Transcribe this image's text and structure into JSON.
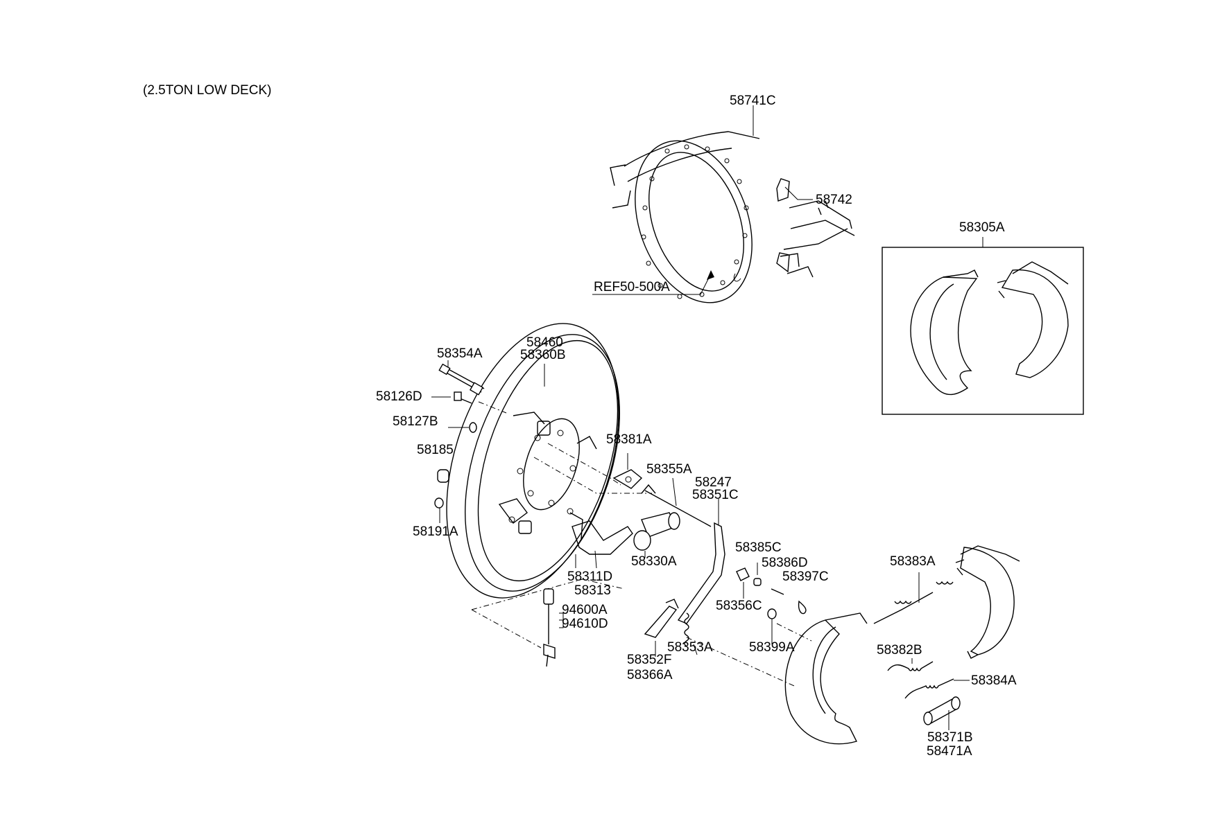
{
  "diagram": {
    "header_note": "(2.5TON LOW DECK)",
    "labels": {
      "p58741C": "58741C",
      "p58742": "58742",
      "pREF": "REF50-500A",
      "p58305A": "58305A",
      "p58460": "58460",
      "p58360B": "58360B",
      "p58354A": "58354A",
      "p58126D": "58126D",
      "p58127B": "58127B",
      "p58185": "58185",
      "p58191A": "58191A",
      "p58381A": "58381A",
      "p58355A": "58355A",
      "p58247": "58247",
      "p58351C": "58351C",
      "p58330A": "58330A",
      "p58311D": "58311D",
      "p58313": "58313",
      "p58385C": "58385C",
      "p58386D": "58386D",
      "p58397C": "58397C",
      "p58356C": "58356C",
      "p58399A": "58399A",
      "p94600A": "94600A",
      "p94610D": "94610D",
      "p58352F": "58352F",
      "p58366A": "58366A",
      "p58353A": "58353A",
      "p58383A": "58383A",
      "p58382B": "58382B",
      "p58384A": "58384A",
      "p58371B": "58371B",
      "p58471A": "58471A"
    }
  }
}
